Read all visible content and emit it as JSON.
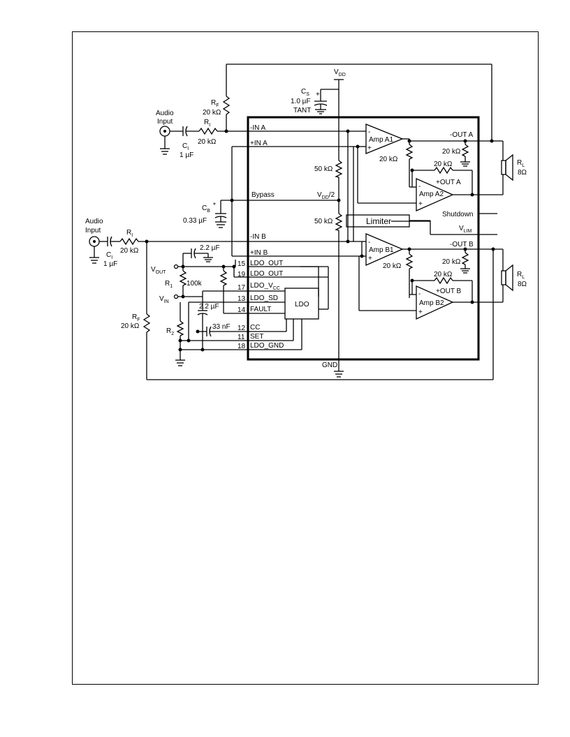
{
  "labels": {
    "vdd": "V",
    "vdd_sub": "DD",
    "gnd": "GND",
    "audio_input": "Audio",
    "input": "Input",
    "cs": "C",
    "cs_sub": "S",
    "cs_val": "1.0 µF",
    "tant": "TANT",
    "rf": "R",
    "rf_sub": "F",
    "r_20k": "20 kΩ",
    "ri": "R",
    "ri_sub": "I",
    "ci": "C",
    "ci_sub": "I",
    "ci_val": "1 µF",
    "cb": "C",
    "cb_sub": "B",
    "cb_star": "*",
    "cb_val": "0.33 µF",
    "r_50k": "50 kΩ",
    "vdd2": "V",
    "vdd2_sub": "DD",
    "vdd2_tail": "/2",
    "bypass": "Bypass",
    "in_a_neg": "-IN A",
    "in_a_pos": "+IN A",
    "in_b_neg": "-IN B",
    "in_b_pos": "+IN B",
    "amp_a1": "Amp A1",
    "amp_a2": "Amp A2",
    "amp_b1": "Amp B1",
    "amp_b2": "Amp B2",
    "minus": "-",
    "plus": "+",
    "out_a_neg": "-OUT A",
    "out_a_pos": "+OUT A",
    "out_b_neg": "-OUT B",
    "out_b_pos": "+OUT B",
    "rl": "R",
    "rl_sub": "L",
    "rl_val": "8Ω",
    "shutdown": "Shutdown",
    "vlim": "V",
    "vlim_sub": "LIM",
    "limiter": "Limiter",
    "ldo": "LDO",
    "c_22": "2.2 µF",
    "c_33n": "33 nF",
    "vout": "V",
    "vout_sub": "OUT",
    "vin": "V",
    "vin_sub": "IN",
    "r1": "R",
    "r1_sub": "1",
    "r1_val": "100k",
    "r2": "R",
    "r2_sub": "2",
    "pins": [
      {
        "num": "15",
        "name": "LDO_OUT"
      },
      {
        "num": "19",
        "name": "LDO_OUT"
      },
      {
        "num": "17",
        "name": "LDO_V",
        "sub": "CC"
      },
      {
        "num": "13",
        "name": "LDO_SD"
      },
      {
        "num": "14",
        "name": "FAULT"
      },
      {
        "num": "12",
        "name": "CC"
      },
      {
        "num": "11",
        "name": "SET"
      },
      {
        "num": "18",
        "name": "LDO_GND"
      }
    ]
  }
}
